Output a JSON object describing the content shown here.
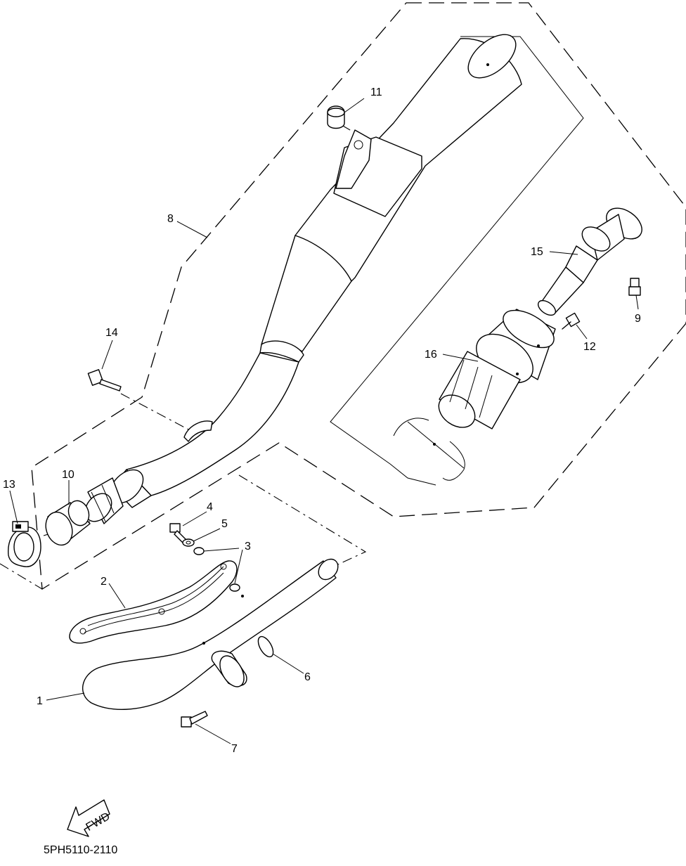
{
  "diagram": {
    "callouts": {
      "c1": "1",
      "c2": "2",
      "c3": "3",
      "c4": "4",
      "c5": "5",
      "c6": "6",
      "c7": "7",
      "c8": "8",
      "c9": "9",
      "c10": "10",
      "c11": "11",
      "c12": "12",
      "c13": "13",
      "c14": "14",
      "c15": "15",
      "c16": "16"
    },
    "fwd_label": "FWD",
    "diagram_code": "5PH5110-2110"
  }
}
